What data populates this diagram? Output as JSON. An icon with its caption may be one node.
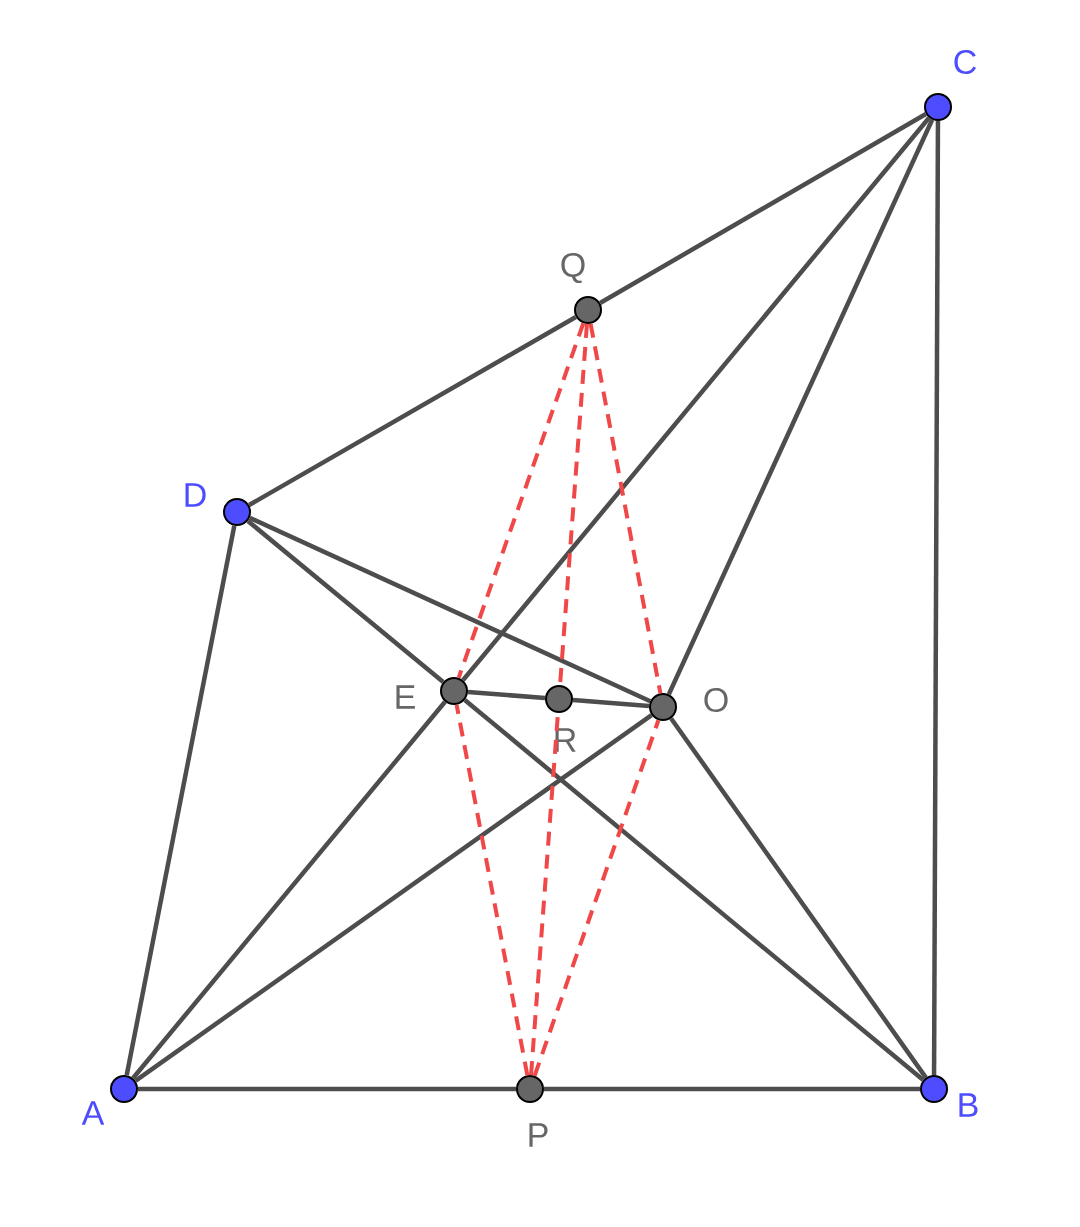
{
  "diagram": {
    "nodes": [
      {
        "text": [],
        "shape": "circle",
        "beside": [
          "A"
        ]
      },
      {
        "text": [],
        "shape": "circle",
        "beside": [
          "B"
        ]
      },
      {
        "text": [],
        "shape": "circle",
        "beside": [
          "C"
        ]
      },
      {
        "text": [],
        "shape": "circle",
        "beside": [
          "D"
        ]
      },
      {
        "text": [],
        "shape": "circle",
        "beside": [
          "Q"
        ]
      },
      {
        "text": [],
        "shape": "circle",
        "beside": [
          "E"
        ]
      },
      {
        "text": [],
        "shape": "circle",
        "beside": [
          "R"
        ]
      },
      {
        "text": [],
        "shape": "circle",
        "beside": [
          "O"
        ]
      },
      {
        "text": [],
        "shape": "circle",
        "beside": [
          "P"
        ]
      }
    ],
    "edges": [
      {
        "from": 0,
        "to": 8,
        "arrow": "none"
      },
      {
        "from": 8,
        "to": 1,
        "arrow": "none"
      },
      {
        "from": 1,
        "to": 2,
        "arrow": "none"
      },
      {
        "from": 0,
        "to": 3,
        "arrow": "none"
      },
      {
        "from": 3,
        "to": 4,
        "arrow": "none"
      },
      {
        "from": 4,
        "to": 2,
        "arrow": "none"
      },
      {
        "from": 0,
        "to": 5,
        "arrow": "none"
      },
      {
        "from": 5,
        "to": 2,
        "arrow": "none"
      },
      {
        "from": 7,
        "to": 2,
        "arrow": "none"
      },
      {
        "from": 0,
        "to": 7,
        "arrow": "none"
      },
      {
        "from": 7,
        "to": 1,
        "arrow": "none"
      },
      {
        "from": 3,
        "to": 7,
        "arrow": "none"
      },
      {
        "from": 3,
        "to": 5,
        "arrow": "none"
      },
      {
        "from": 5,
        "to": 1,
        "arrow": "none"
      },
      {
        "from": 5,
        "to": 6,
        "arrow": "none"
      },
      {
        "from": 6,
        "to": 7,
        "arrow": "none"
      },
      {
        "from": 4,
        "to": 5,
        "arrow": "none",
        "style": "dashed",
        "color": "#f04848"
      },
      {
        "from": 4,
        "to": 6,
        "arrow": "none",
        "style": "dashed",
        "color": "#f04848"
      },
      {
        "from": 4,
        "to": 7,
        "arrow": "none",
        "style": "dashed",
        "color": "#f04848"
      },
      {
        "from": 8,
        "to": 5,
        "arrow": "none",
        "style": "dashed",
        "color": "#f04848"
      },
      {
        "from": 8,
        "to": 6,
        "arrow": "none",
        "style": "dashed",
        "color": "#f04848"
      },
      {
        "from": 8,
        "to": 7,
        "arrow": "none",
        "style": "dashed",
        "color": "#f04848"
      }
    ]
  }
}
